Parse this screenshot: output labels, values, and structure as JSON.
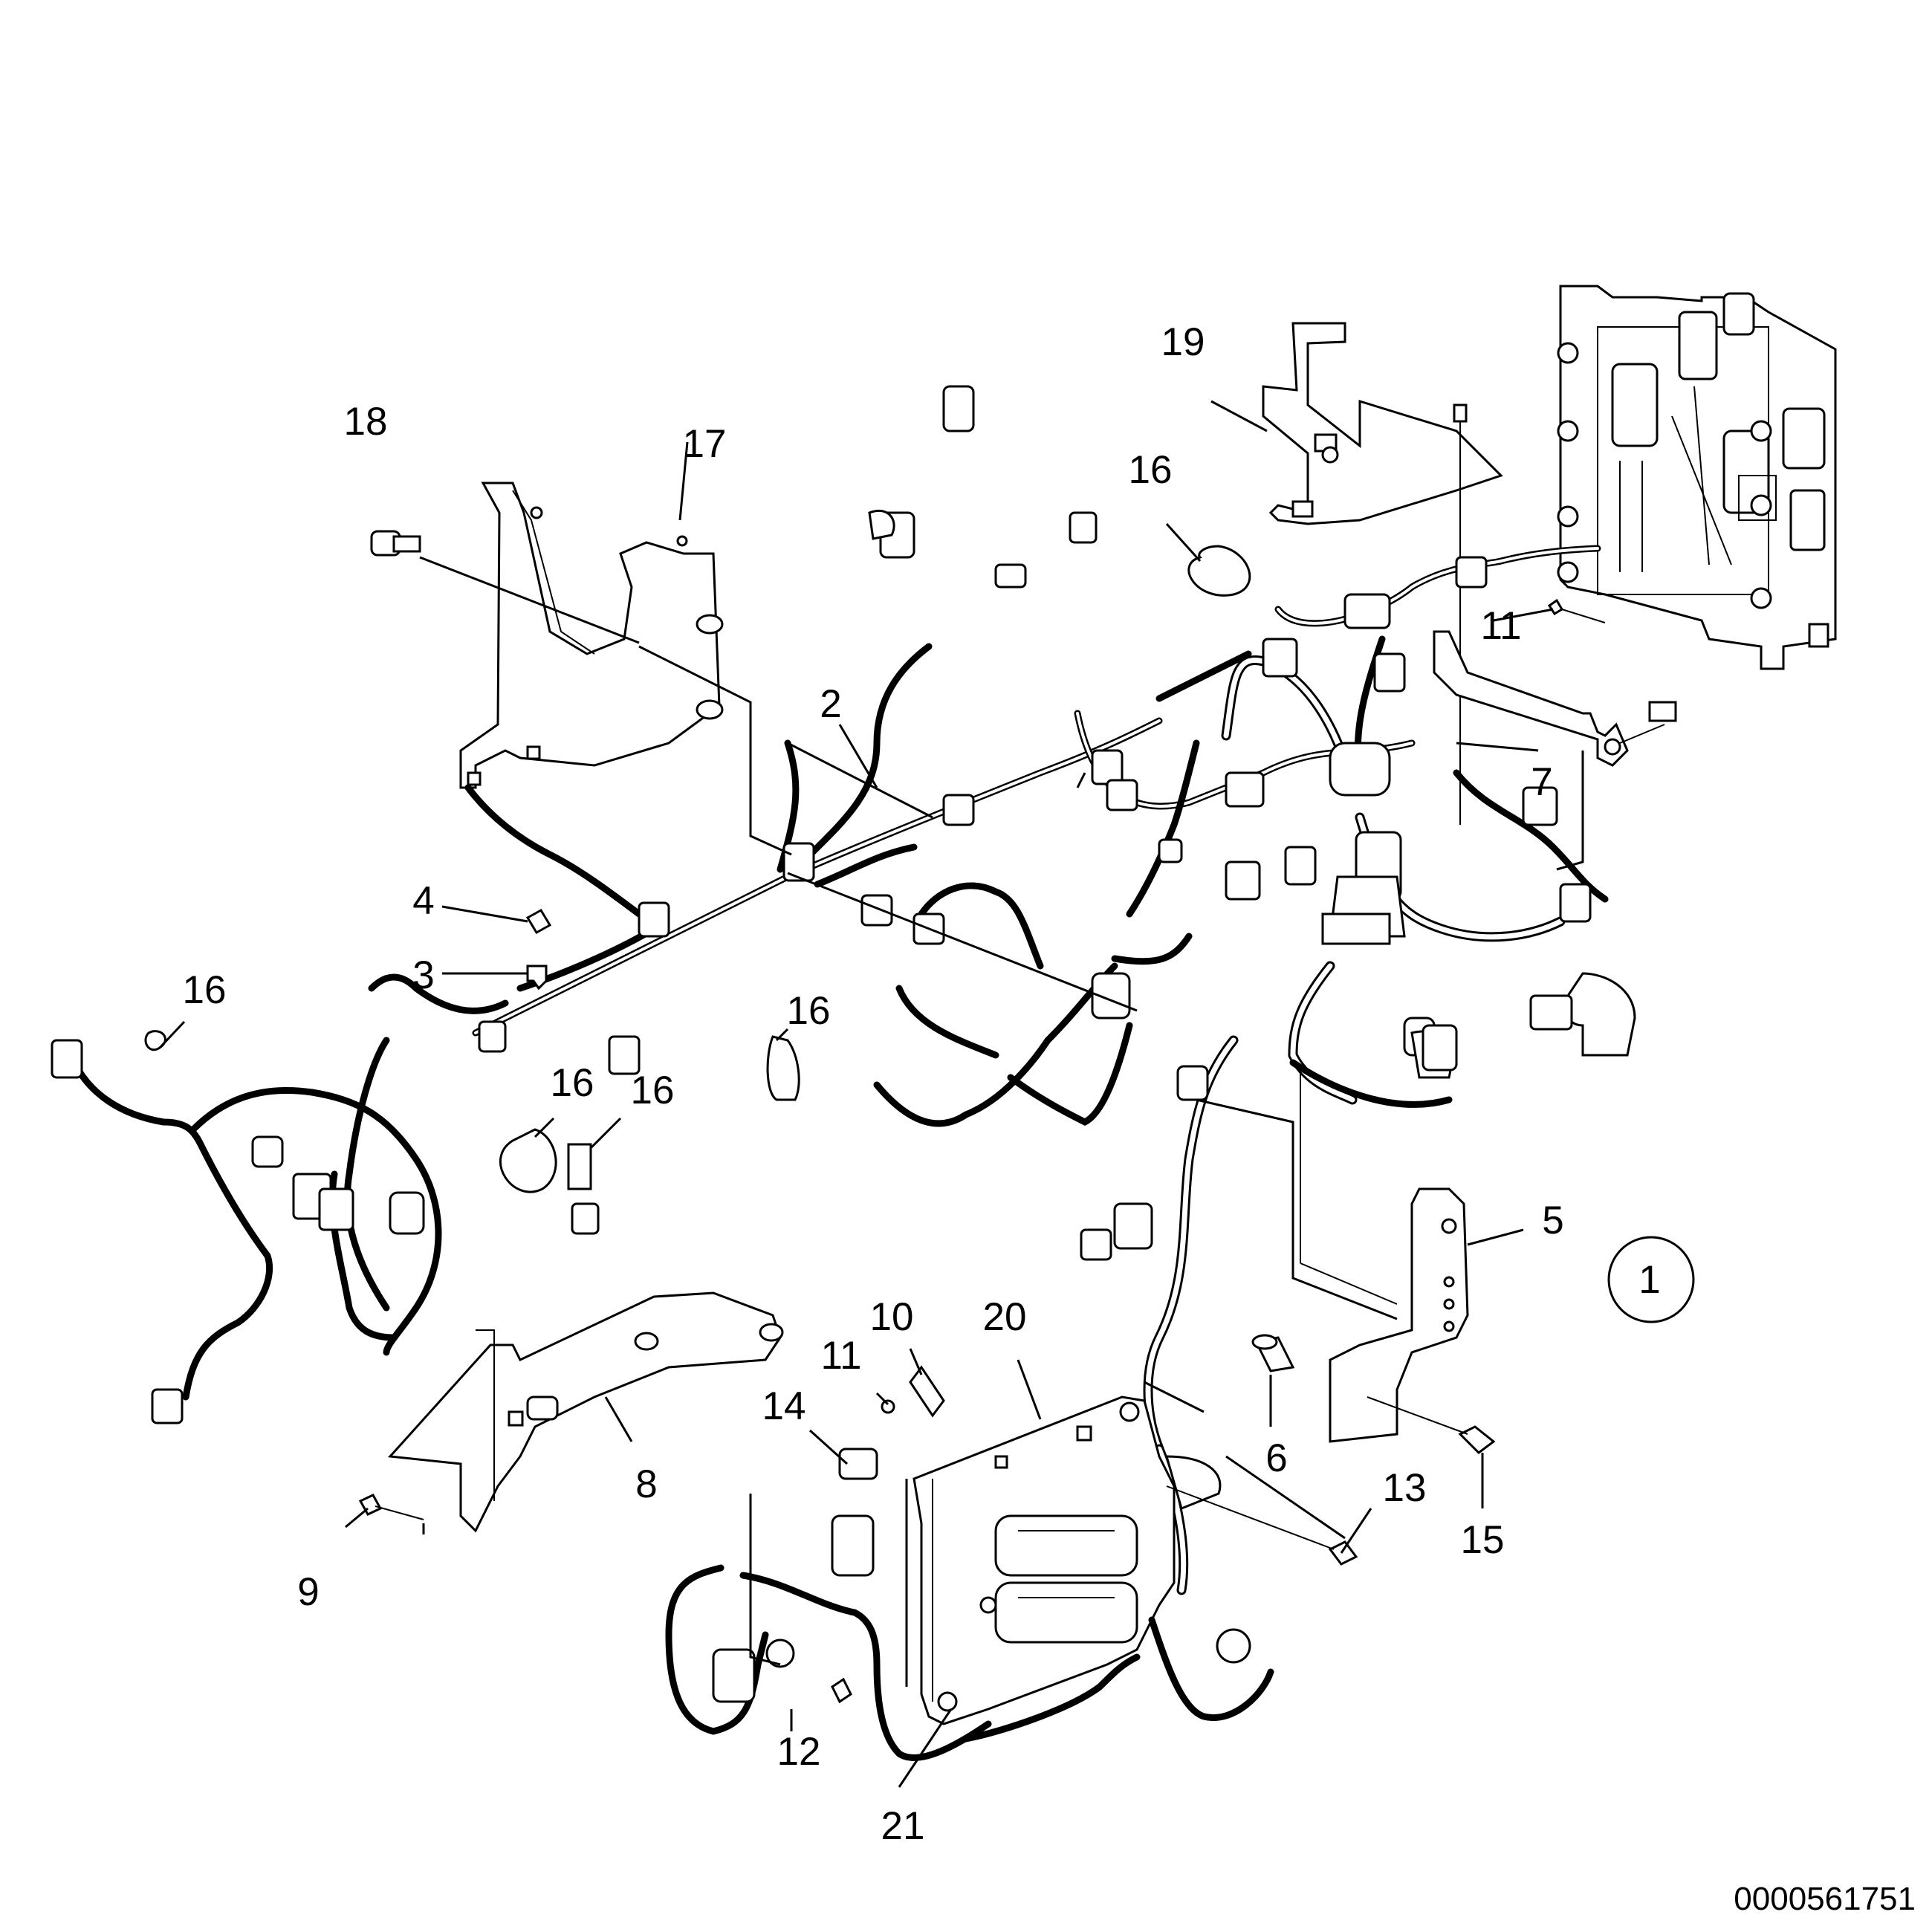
{
  "diagram": {
    "part_labels": [
      "1",
      "2",
      "3",
      "4",
      "5",
      "6",
      "7",
      "8",
      "9",
      "10",
      "11",
      "11",
      "12",
      "13",
      "14",
      "15",
      "16",
      "16",
      "16",
      "16",
      "16",
      "17",
      "18",
      "19",
      "20",
      "21"
    ],
    "drawing_code": "0000561751"
  },
  "icons": [
    "bracket",
    "harness",
    "connector",
    "clip",
    "bolt",
    "screw",
    "spacer",
    "ecu-module",
    "fuse-relay-box"
  ]
}
